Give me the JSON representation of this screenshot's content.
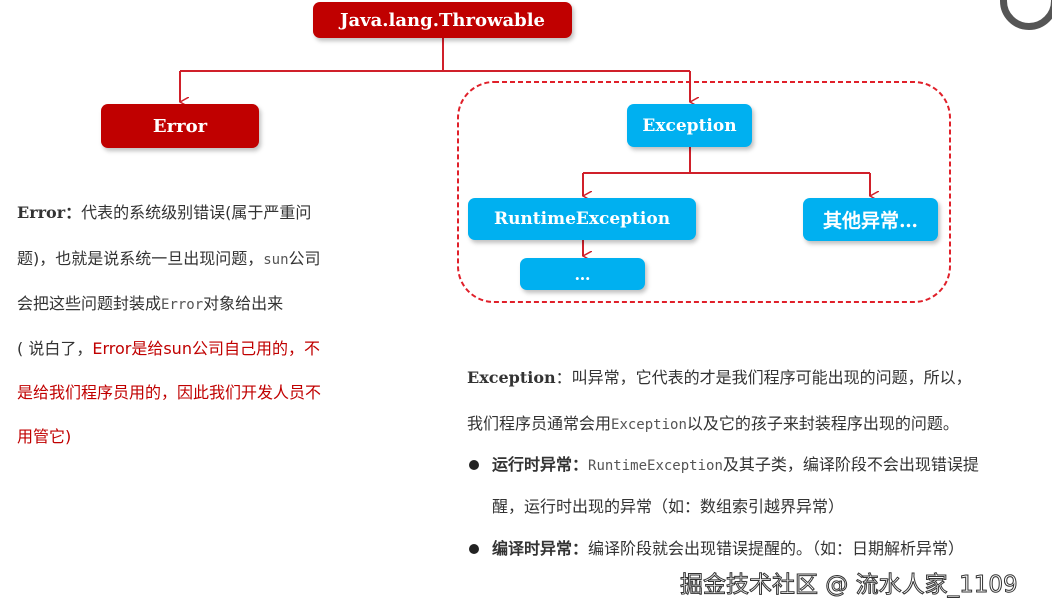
{
  "diagram": {
    "root": "Java.lang.Throwable",
    "error": "Error",
    "exception": "Exception",
    "runtime": "RuntimeException",
    "other": "其他异常…",
    "more": "…"
  },
  "error_desc": {
    "label": "Error：",
    "line1": "代表的系统级别错误(属于严重问",
    "line2a": "题)，也就是说系统一旦出现问题，",
    "line2b": "sun",
    "line2c": "公司",
    "line3a": "会把这些问题封装成",
    "line3b": "Error",
    "line3c": "对象给出来",
    "line4a": "( 说白了，",
    "line4b": "Error是给sun公司自己用的，不",
    "line5": "是给我们程序员用的，因此我们开发人员不",
    "line6": "用管它)"
  },
  "exception_desc": {
    "label": "Exception",
    "line1": "：叫异常，它代表的才是我们程序可能出现的问题，所以，",
    "line2a": "我们程序员通常会用",
    "line2b": "Exception",
    "line2c": "以及它的孩子来封装程序出现的问题。",
    "bullets": [
      {
        "label": "运行时异常：",
        "code": "RuntimeException",
        "text": "及其子类，编译阶段不会出现错误提",
        "cont": "醒，运行时出现的异常（如：数组索引越界异常）"
      },
      {
        "label": "编译时异常：",
        "text": "编译阶段就会出现错误提醒的。（如：日期解析异常）"
      }
    ]
  },
  "watermark": "掘金技术社区 @ 流水人家_1109",
  "colors": {
    "error_red": "#c00000",
    "exception_blue": "#00b0f0",
    "line_red": "#d0202a"
  }
}
